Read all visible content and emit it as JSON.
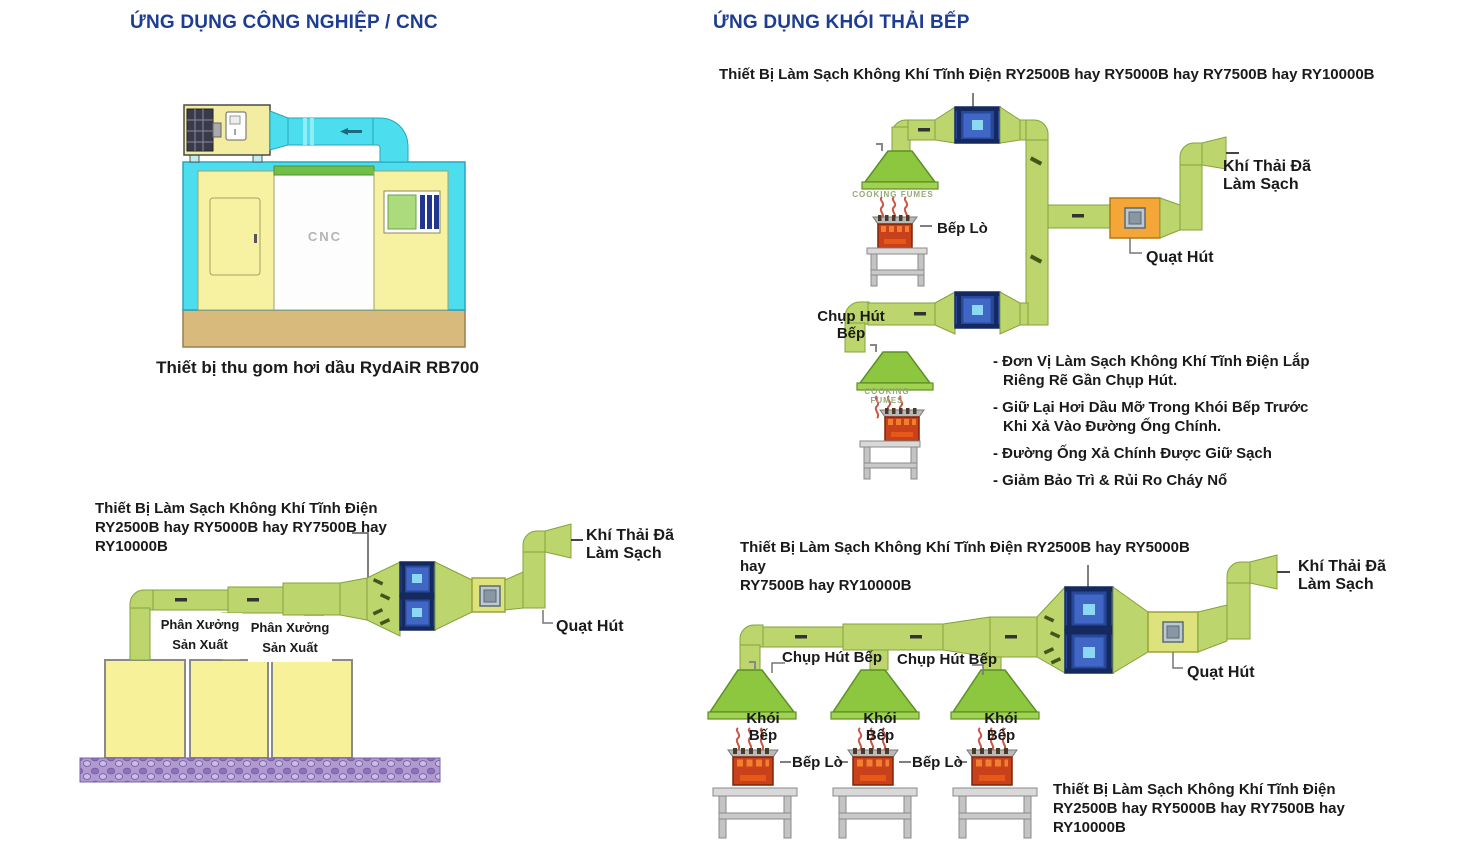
{
  "colors": {
    "title_blue": "#1c3d91",
    "text_black": "#1a1a1a",
    "duct_green": "#bcd56c",
    "hood_green": "#8dc63f",
    "esp_blue": "#27479e",
    "fan_orange": "#f4a738",
    "stove_red": "#c8411a",
    "machine_cyan": "#4cdeee",
    "panel_yellow": "#f7f2a2",
    "base_tan": "#d8ba7c",
    "ground_purple": "#b09ad0"
  },
  "sections": {
    "industrial": {
      "title": "ỨNG DỤNG CÔNG NGHIỆP / CNC",
      "machine_text": "CNC",
      "caption": "Thiết bị thu gom hơi dầu RydAiR RB700"
    },
    "kitchen_top": {
      "title": "ỨNG DỤNG KHÓI THẢI BẾP",
      "subtitle": "Thiết Bị Làm Sạch Không Khí Tĩnh Điện RY2500B hay RY5000B hay RY7500B hay RY10000B",
      "labels": {
        "cooking_fumes": "COOKING FUMES",
        "stove": "Bếp Lò",
        "hood": "Chụp Hút\nBếp",
        "fan": "Quạt Hút",
        "exhaust": "Khí Thải Đã\nLàm Sạch"
      },
      "bullets": [
        "- Đơn Vị Làm Sạch Không Khí Tĩnh Điện Lắp\nRiêng Rẽ Gần Chụp Hút.",
        "- Giữ Lại Hơi Dầu Mỡ Trong Khói Bếp Trước\nKhi Xả Vào Đường Ống Chính.",
        "- Đường Ống Xả Chính Được Giữ Sạch",
        "- Giảm Bảo Trì & Rủi Ro Cháy Nổ"
      ]
    },
    "factory": {
      "equipment_label": "Thiết Bị Làm Sạch Không Khí Tĩnh Điện\nRY2500B hay RY5000B hay RY7500B hay\nRY10000B",
      "labels": {
        "workshop": "Phân Xưởng\nSản Xuất",
        "fan": "Quạt Hút",
        "exhaust": "Khí Thải Đã\nLàm Sạch"
      }
    },
    "kitchen_bottom": {
      "equipment_label_top": "Thiết Bị Làm Sạch Không Khí Tĩnh Điện RY2500B hay RY5000B hay\nRY7500B hay RY10000B",
      "labels": {
        "hood": "Chụp Hút Bếp",
        "smoke": "Khói Bếp",
        "stove": "Bếp Lò",
        "fan": "Quạt Hút",
        "exhaust": "Khí Thải Đã\nLàm Sạch"
      },
      "equipment_label_bottom": "Thiết Bị Làm Sạch Không Khí Tĩnh Điện\nRY2500B hay RY5000B hay RY7500B hay\nRY10000B"
    }
  }
}
